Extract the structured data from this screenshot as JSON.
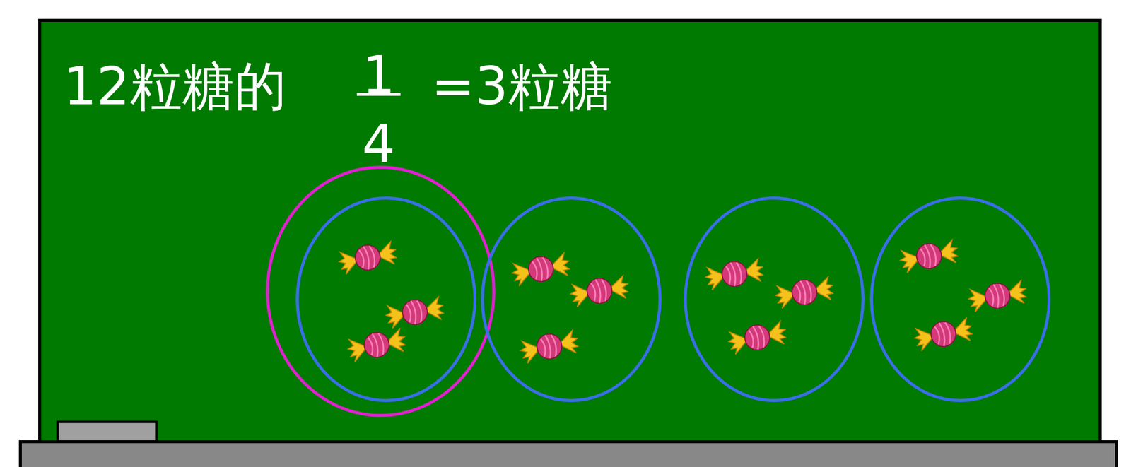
{
  "diagram": {
    "labels": [
      "12粒糖的",
      "1",
      "4",
      "=3粒糖"
    ]
  }
}
